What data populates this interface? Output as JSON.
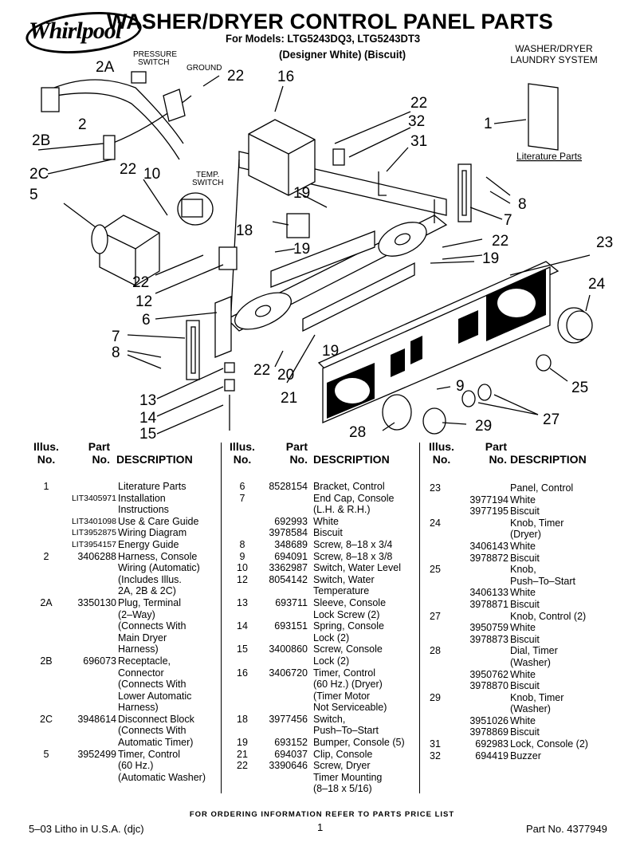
{
  "header": {
    "brand": "Whirlpool",
    "title": "WASHER/DRYER CONTROL PANEL PARTS",
    "models": "For Models: LTG5243DQ3, LTG5243DT3",
    "colors": "(Designer White)  (Biscuit)",
    "system_line1": "WASHER/DRYER",
    "system_line2": "LAUNDRY SYSTEM"
  },
  "diagram_labels": {
    "pressure": "PRESSURE",
    "switch": "SWITCH",
    "ground": "GROUND",
    "temp": "TEMP.",
    "literature_parts": "Literature Parts",
    "callouts": {
      "c2a_top": "2A",
      "c22_a": "22",
      "c16": "16",
      "c2": "2",
      "c2b": "2B",
      "c2c": "2C",
      "c22_b": "22",
      "c10": "10",
      "c5": "5",
      "c22_c": "22",
      "c32": "32",
      "c1": "1",
      "c31": "31",
      "c19_a": "19",
      "c8_a": "8",
      "c7_a": "7",
      "c18": "18",
      "c19_b": "19",
      "c22_d": "22",
      "c23": "23",
      "c19_c": "19",
      "c22_e": "22",
      "c12": "12",
      "c24": "24",
      "c6": "6",
      "c7_b": "7",
      "c8_b": "8",
      "c19_d": "19",
      "c22_f": "22",
      "c20": "20",
      "c9": "9",
      "c25": "25",
      "c21": "21",
      "c13": "13",
      "c27": "27",
      "c14": "14",
      "c29": "29",
      "c28": "28",
      "c15": "15"
    }
  },
  "table": {
    "headers": {
      "illus": "Illus.",
      "no": "No.",
      "part": "Part",
      "part_no": "No.",
      "description": "DESCRIPTION"
    },
    "col1": [
      {
        "illus": "1",
        "part": "",
        "desc": "Literature Parts"
      },
      {
        "illus": "",
        "part": "LIT3405971",
        "desc": "Installation",
        "lit": true
      },
      {
        "illus": "",
        "part": "",
        "desc": "Instructions"
      },
      {
        "illus": "",
        "part": "LIT3401098",
        "desc": "Use & Care Guide",
        "lit": true
      },
      {
        "illus": "",
        "part": "LIT3952875",
        "desc": "Wiring Diagram",
        "lit": true
      },
      {
        "illus": "",
        "part": "LIT3954157",
        "desc": "Energy Guide",
        "lit": true
      },
      {
        "illus": "2",
        "part": "3406288",
        "desc": "Harness, Console"
      },
      {
        "illus": "",
        "part": "",
        "desc": "Wiring (Automatic)"
      },
      {
        "illus": "",
        "part": "",
        "desc": "(Includes Illus."
      },
      {
        "illus": "",
        "part": "",
        "desc": "2A, 2B & 2C)"
      },
      {
        "illus": "2A",
        "part": "3350130",
        "desc": "Plug, Terminal"
      },
      {
        "illus": "",
        "part": "",
        "desc": "(2–Way)"
      },
      {
        "illus": "",
        "part": "",
        "desc": "(Connects With"
      },
      {
        "illus": "",
        "part": "",
        "desc": "Main Dryer"
      },
      {
        "illus": "",
        "part": "",
        "desc": "Harness)"
      },
      {
        "illus": "2B",
        "part": "696073",
        "desc": "Receptacle,"
      },
      {
        "illus": "",
        "part": "",
        "desc": "Connector"
      },
      {
        "illus": "",
        "part": "",
        "desc": "(Connects With"
      },
      {
        "illus": "",
        "part": "",
        "desc": "Lower Automatic"
      },
      {
        "illus": "",
        "part": "",
        "desc": "Harness)"
      },
      {
        "illus": "2C",
        "part": "3948614",
        "desc": "Disconnect Block"
      },
      {
        "illus": "",
        "part": "",
        "desc": "(Connects With"
      },
      {
        "illus": "",
        "part": "",
        "desc": "Automatic Timer)"
      },
      {
        "illus": "5",
        "part": "3952499",
        "desc": "Timer, Control"
      },
      {
        "illus": "",
        "part": "",
        "desc": "(60 Hz.)"
      },
      {
        "illus": "",
        "part": "",
        "desc": "(Automatic Washer)"
      }
    ],
    "col2": [
      {
        "illus": "6",
        "part": "8528154",
        "desc": "Bracket, Control"
      },
      {
        "illus": "7",
        "part": "",
        "desc": "End Cap, Console"
      },
      {
        "illus": "",
        "part": "",
        "desc": "(L.H. & R.H.)"
      },
      {
        "illus": "",
        "part": "692993",
        "desc": "White"
      },
      {
        "illus": "",
        "part": "3978584",
        "desc": "Biscuit"
      },
      {
        "illus": "8",
        "part": "348689",
        "desc": "Screw, 8–18 x 3/4"
      },
      {
        "illus": "9",
        "part": "694091",
        "desc": "Screw, 8–18 x 3/8"
      },
      {
        "illus": "10",
        "part": "3362987",
        "desc": "Switch, Water Level"
      },
      {
        "illus": "12",
        "part": "8054142",
        "desc": "Switch, Water"
      },
      {
        "illus": "",
        "part": "",
        "desc": "Temperature"
      },
      {
        "illus": "13",
        "part": "693711",
        "desc": "Sleeve, Console"
      },
      {
        "illus": "",
        "part": "",
        "desc": "Lock Screw (2)"
      },
      {
        "illus": "14",
        "part": "693151",
        "desc": "Spring, Console"
      },
      {
        "illus": "",
        "part": "",
        "desc": "Lock (2)"
      },
      {
        "illus": "15",
        "part": "3400860",
        "desc": "Screw, Console"
      },
      {
        "illus": "",
        "part": "",
        "desc": "Lock (2)"
      },
      {
        "illus": "16",
        "part": "3406720",
        "desc": "Timer, Control"
      },
      {
        "illus": "",
        "part": "",
        "desc": "(60 Hz.) (Dryer)"
      },
      {
        "illus": "",
        "part": "",
        "desc": "(Timer Motor"
      },
      {
        "illus": "",
        "part": "",
        "desc": "Not Serviceable)"
      },
      {
        "illus": "18",
        "part": "3977456",
        "desc": "Switch,"
      },
      {
        "illus": "",
        "part": "",
        "desc": "Push–To–Start"
      },
      {
        "illus": "19",
        "part": "693152",
        "desc": "Bumper, Console (5)"
      },
      {
        "illus": "21",
        "part": "694037",
        "desc": "Clip, Console"
      },
      {
        "illus": "22",
        "part": "3390646",
        "desc": "Screw, Dryer"
      },
      {
        "illus": "",
        "part": "",
        "desc": "Timer Mounting"
      },
      {
        "illus": "",
        "part": "",
        "desc": "(8–18 x 5/16)"
      }
    ],
    "col3": [
      {
        "illus": "23",
        "part": "",
        "desc": "Panel, Control"
      },
      {
        "illus": "",
        "part": "3977194",
        "desc": "White"
      },
      {
        "illus": "",
        "part": "3977195",
        "desc": "Biscuit"
      },
      {
        "illus": "24",
        "part": "",
        "desc": "Knob, Timer"
      },
      {
        "illus": "",
        "part": "",
        "desc": "(Dryer)"
      },
      {
        "illus": "",
        "part": "3406143",
        "desc": "White"
      },
      {
        "illus": "",
        "part": "3978872",
        "desc": "Biscuit"
      },
      {
        "illus": "25",
        "part": "",
        "desc": "Knob,"
      },
      {
        "illus": "",
        "part": "",
        "desc": "Push–To–Start"
      },
      {
        "illus": "",
        "part": "3406133",
        "desc": "White"
      },
      {
        "illus": "",
        "part": "3978871",
        "desc": "Biscuit"
      },
      {
        "illus": "27",
        "part": "",
        "desc": "Knob, Control (2)"
      },
      {
        "illus": "",
        "part": "3950759",
        "desc": "White"
      },
      {
        "illus": "",
        "part": "3978873",
        "desc": "Biscuit"
      },
      {
        "illus": "28",
        "part": "",
        "desc": "Dial, Timer"
      },
      {
        "illus": "",
        "part": "",
        "desc": "(Washer)"
      },
      {
        "illus": "",
        "part": "3950762",
        "desc": "White"
      },
      {
        "illus": "",
        "part": "3978870",
        "desc": "Biscuit"
      },
      {
        "illus": "29",
        "part": "",
        "desc": "Knob, Timer"
      },
      {
        "illus": "",
        "part": "",
        "desc": "(Washer)"
      },
      {
        "illus": "",
        "part": "3951026",
        "desc": "White"
      },
      {
        "illus": "",
        "part": "3978869",
        "desc": "Biscuit"
      },
      {
        "illus": "31",
        "part": "692983",
        "desc": "Lock, Console (2)"
      },
      {
        "illus": "32",
        "part": "694419",
        "desc": "Buzzer"
      }
    ]
  },
  "footer": {
    "ordering": "FOR ORDERING INFORMATION REFER TO PARTS PRICE LIST",
    "litho": "5–03 Litho in U.S.A. (djc)",
    "page": "1",
    "part_no": "Part No. 4377949"
  }
}
